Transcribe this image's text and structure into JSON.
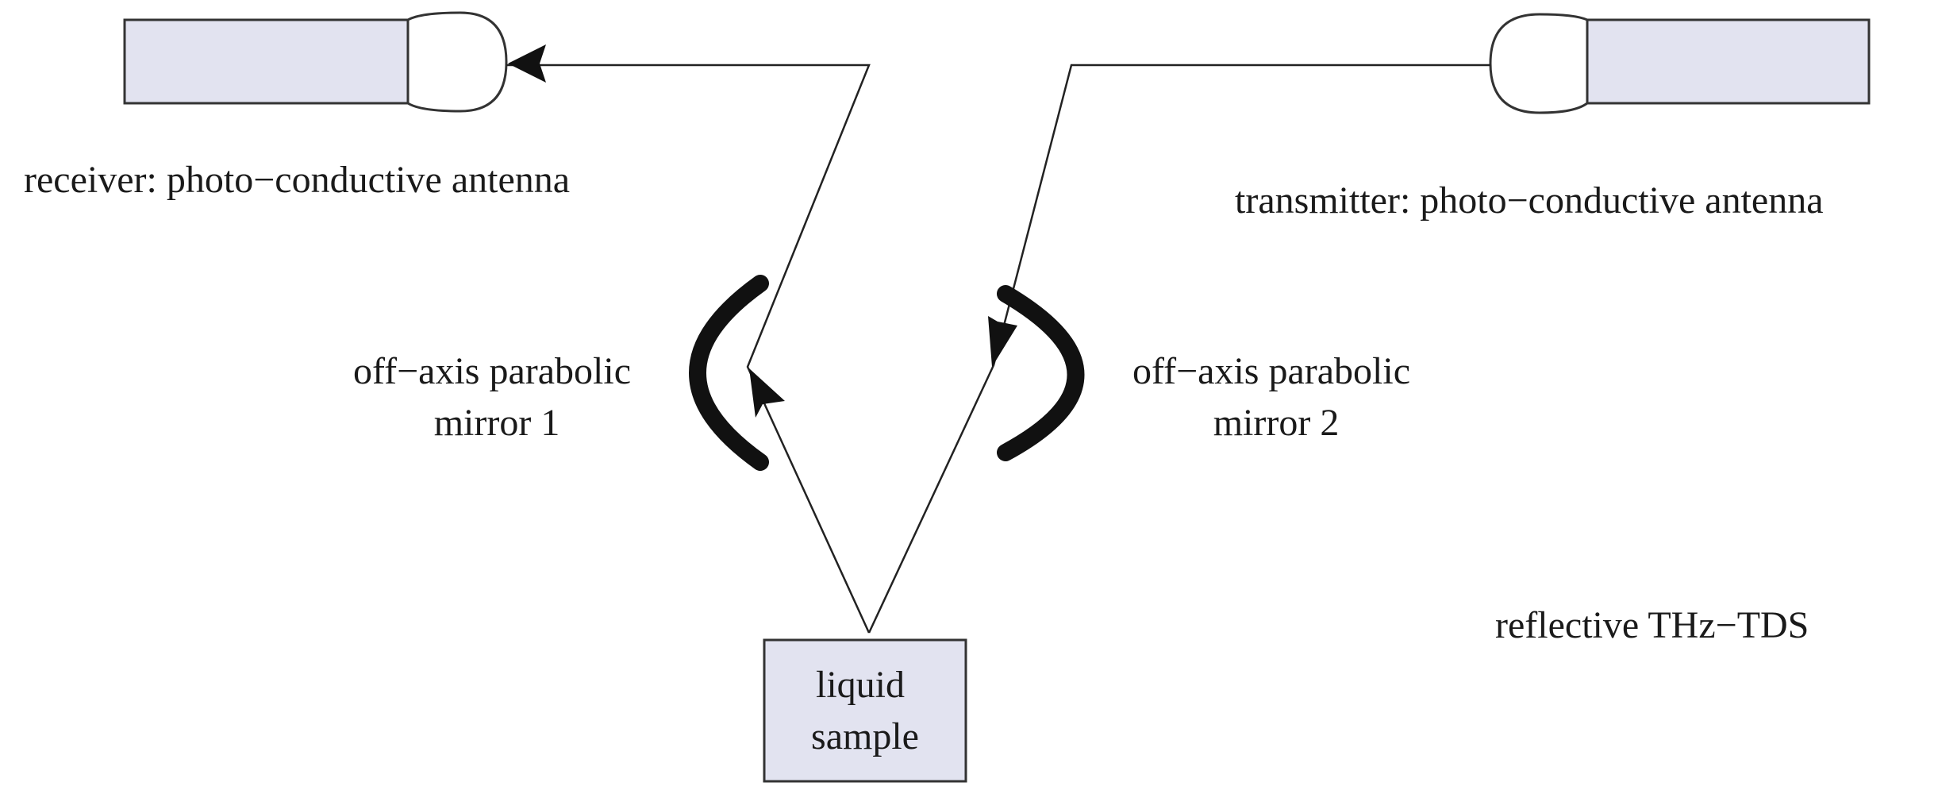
{
  "receiver": {
    "label": "receiver: photo−conductive antenna"
  },
  "transmitter": {
    "label": "transmitter: photo−conductive antenna"
  },
  "mirror1": {
    "line1": "off−axis parabolic",
    "line2": "mirror 1"
  },
  "mirror2": {
    "line1": "off−axis parabolic",
    "line2": "mirror 2"
  },
  "sample": {
    "line1": "liquid",
    "line2": "sample"
  },
  "setup": {
    "label": "reflective THz−TDS"
  },
  "colors": {
    "component_fill": "#e2e3f0",
    "mirror": "#111111",
    "ray": "#222222"
  }
}
